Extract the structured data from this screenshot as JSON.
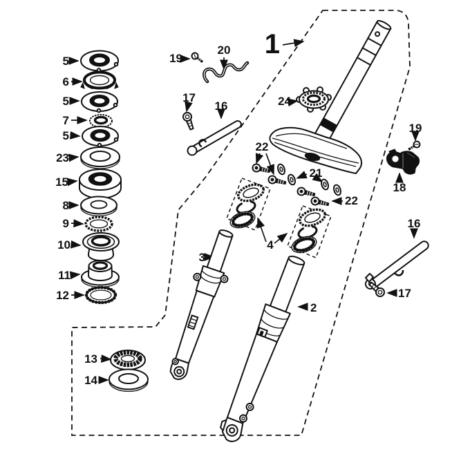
{
  "figure": {
    "background": "#ffffff",
    "line_color": "#111111",
    "assembly_ref": "1",
    "description_type": "exploded-parts-diagram"
  },
  "labels": {
    "n5a": "5",
    "n6": "6",
    "n5b": "5",
    "n7": "7",
    "n5c": "5",
    "n23": "23",
    "n15": "15",
    "n8": "8",
    "n9": "9",
    "n10": "10",
    "n11": "11",
    "n12": "12",
    "n13": "13",
    "n14": "14",
    "n19a": "19",
    "n20": "20",
    "n1": "1",
    "n24": "24",
    "n17a": "17",
    "n16a": "16",
    "n22a": "22",
    "n21": "21",
    "n22b": "22",
    "n4": "4",
    "n3": "3",
    "n2": "2",
    "n19b": "19",
    "n18": "18",
    "n16b": "16",
    "n17b": "17"
  }
}
